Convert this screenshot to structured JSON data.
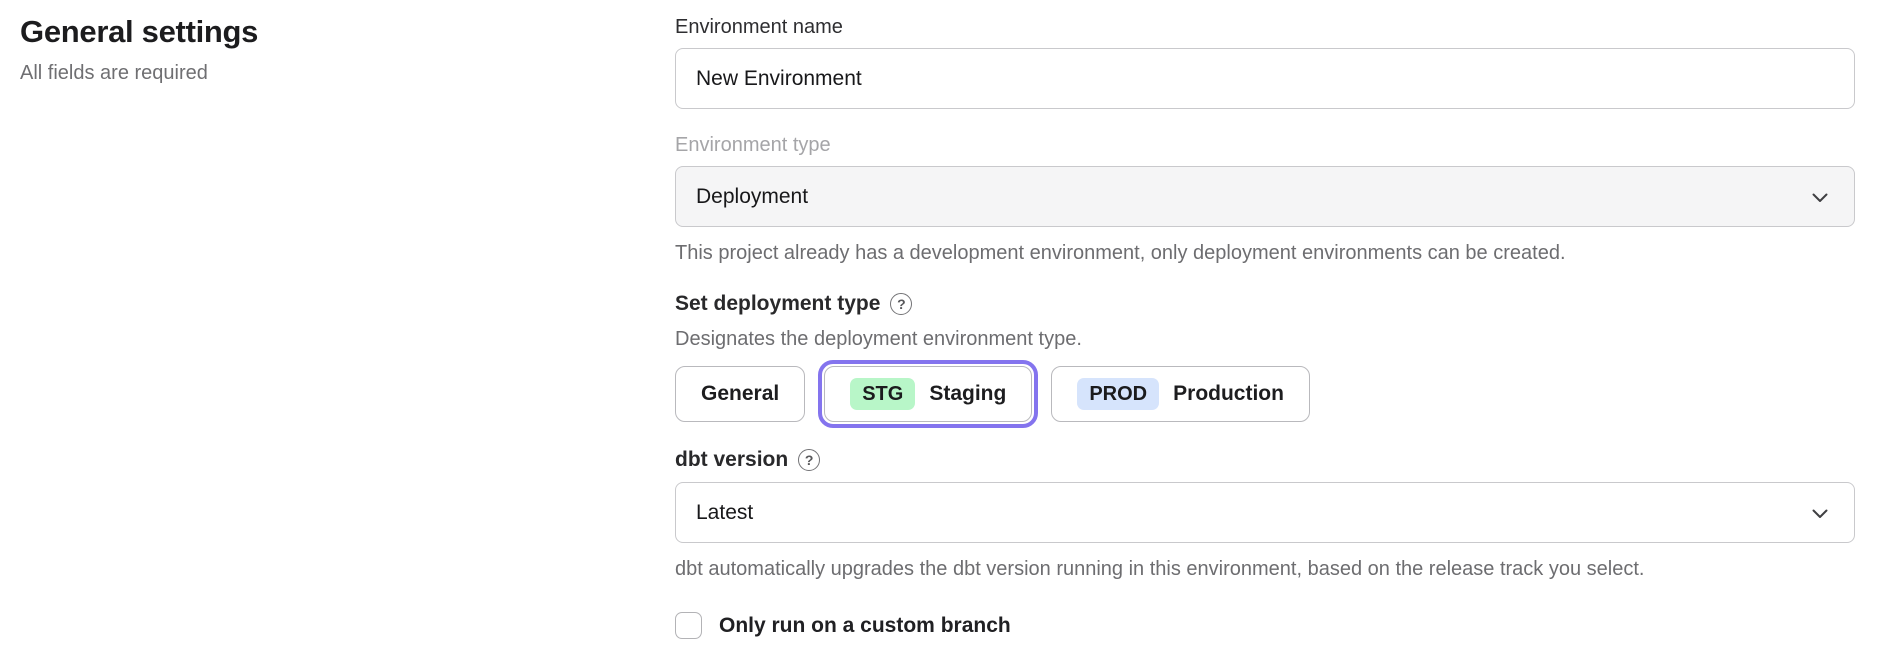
{
  "page": {
    "heading": "General settings",
    "subheading": "All fields are required"
  },
  "form": {
    "environment_name": {
      "label": "Environment name",
      "value": "New Environment"
    },
    "environment_type": {
      "label": "Environment type",
      "value": "Deployment",
      "disabled": true,
      "helper": "This project already has a development environment, only deployment environments can be created."
    },
    "deployment_type": {
      "title": "Set deployment type",
      "help_glyph": "?",
      "description": "Designates the deployment environment type.",
      "options": [
        {
          "label": "General",
          "selected": false
        },
        {
          "badge": "STG",
          "label": "Staging",
          "selected": true
        },
        {
          "badge": "PROD",
          "label": "Production",
          "selected": false
        }
      ]
    },
    "dbt_version": {
      "title": "dbt version",
      "help_glyph": "?",
      "value": "Latest",
      "helper": "dbt automatically upgrades the dbt version running in this environment, based on the release track you select."
    },
    "custom_branch": {
      "label": "Only run on a custom branch",
      "checked": false
    }
  },
  "colors": {
    "accent_ring": "#8474ee",
    "badge_staging_bg": "#b8f6c8",
    "badge_production_bg": "#d6e4fc",
    "disabled_field_bg": "#f5f5f6"
  }
}
